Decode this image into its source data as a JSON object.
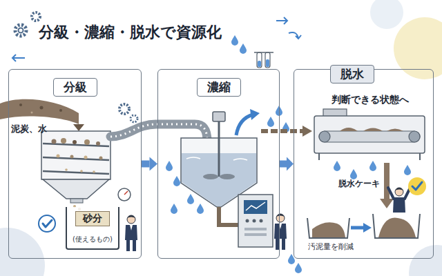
{
  "diagram": {
    "title": "分級・濃縮・脱水で資源化",
    "nodes": [
      {
        "text": [
          "分級"
        ]
      },
      {
        "text": [
          "濃縮"
        ]
      },
      {
        "text": [
          "脱水"
        ]
      },
      {
        "text": [
          "砂分",
          "(使えるもの)"
        ],
        "in": 0
      }
    ],
    "edges": [
      {
        "from": 0,
        "to": 1,
        "arrow": "to"
      },
      {
        "from": 1,
        "to": 2,
        "arrow": "to"
      }
    ],
    "labels": [
      "泥炭、水",
      "判断できる状態へ",
      "脱水ケーキ",
      "汚泥量を削減"
    ]
  }
}
